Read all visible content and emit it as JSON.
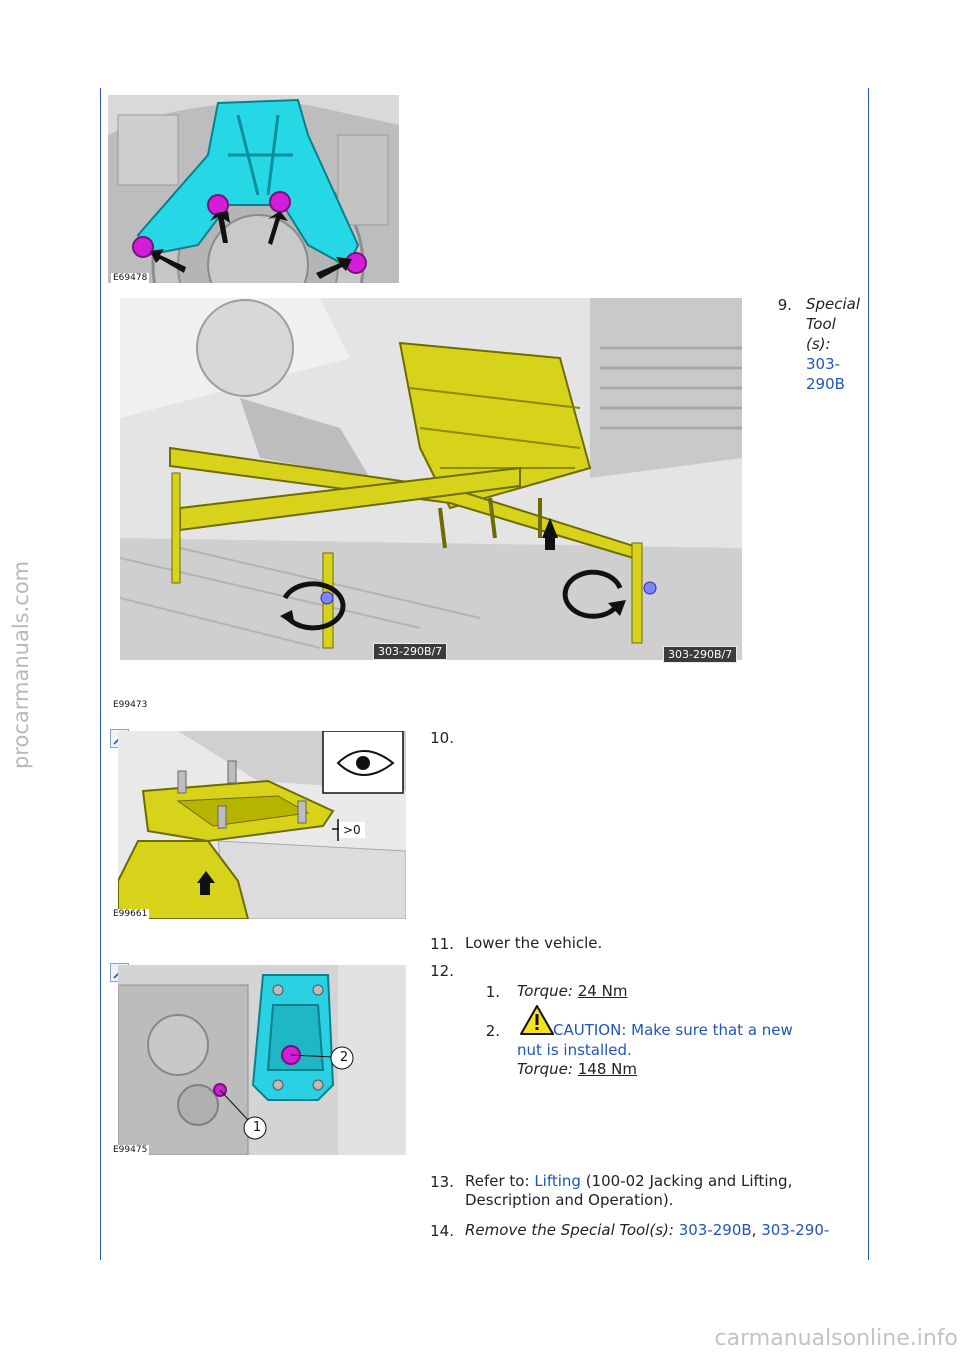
{
  "watermarks": {
    "side": "procarmanuals.com",
    "bottom": "carmanualsonline.info"
  },
  "figures": {
    "fig1": "E69478",
    "fig2": "E99473",
    "fig3": "E99661",
    "fig4": "E99475"
  },
  "callouts": {
    "tool_left": "303-290B/7",
    "tool_right": "303-290B/7",
    "clearance": ">0",
    "item1": "1",
    "item2": "2"
  },
  "steps": {
    "s9": {
      "num": "9.",
      "label_line1": "Special",
      "label_line2": "Tool",
      "label_line3": "(s):",
      "tool_line1": "303-",
      "tool_line2": "290B"
    },
    "s10": {
      "num": "10."
    },
    "s11": {
      "num": "11.",
      "text": "Lower the vehicle."
    },
    "s12": {
      "num": "12.",
      "sub1": {
        "num": "1.",
        "label": "Torque:",
        "value": "24 Nm"
      },
      "sub2": {
        "num": "2.",
        "caution_line1": "CAUTION: Make sure that a new",
        "caution_line2": "nut is installed.",
        "label": "Torque:",
        "value": "148 Nm"
      }
    },
    "s13": {
      "num": "13.",
      "prefix": "Refer to: ",
      "link": "Lifting",
      "suffix": " (100-02 Jacking and Lifting,",
      "line2": "Description and Operation)."
    },
    "s14": {
      "num": "14.",
      "label": "Remove the Special Tool(s):",
      "tool1": "303-290B",
      "sep": ", ",
      "tool2": "303-290-"
    }
  }
}
